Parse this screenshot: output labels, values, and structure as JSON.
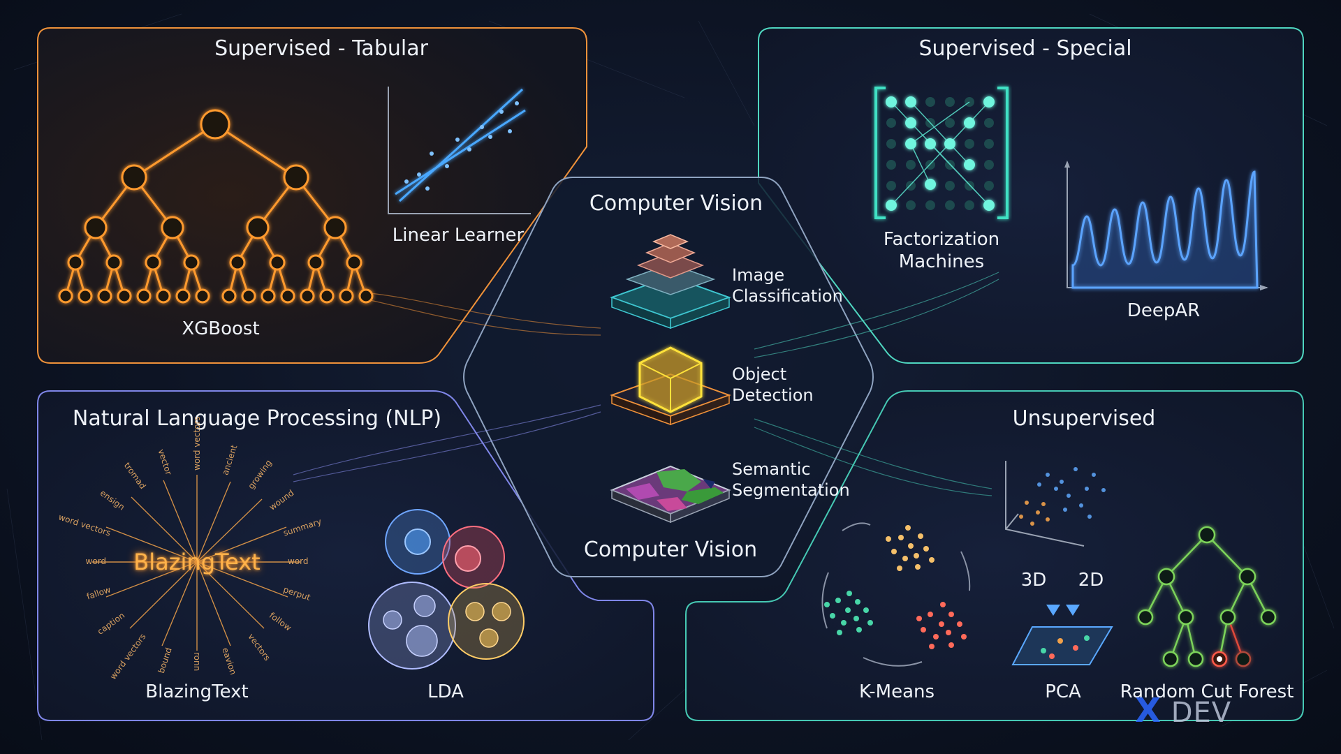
{
  "panels": {
    "tabular": {
      "title": "Supervised - Tabular",
      "xgboost": "XGBoost",
      "linear": "Linear Learner",
      "color": "#f0923a"
    },
    "special": {
      "title": "Supervised - Special",
      "fm_line1": "Factorization",
      "fm_line2": "Machines",
      "deepar": "DeepAR",
      "color": "#4fd6c0"
    },
    "cv": {
      "title_top": "Computer Vision",
      "title_bottom": "Computer Vision",
      "image_cls_line1": "Image",
      "image_cls_line2": "Classification",
      "object_det_line1": "Object",
      "object_det_line2": "Detection",
      "semantic_line1": "Semantic",
      "semantic_line2": "Segmentation",
      "color": "#8fa3c0"
    },
    "nlp": {
      "title": "Natural Language Processing (NLP)",
      "center_word": "BlazingText",
      "blazingtext": "BlazingText",
      "lda": "LDA",
      "color": "#7f86e8"
    },
    "unsupervised": {
      "title": "Unsupervised",
      "kmeans": "K-Means",
      "pca": "PCA",
      "pca_3d": "3D",
      "pca_2d": "2D",
      "rcf": "Random Cut Forest",
      "color": "#46c9b4"
    }
  },
  "word_cloud": [
    "word vectors",
    "ancient",
    "growing",
    "wound",
    "summary",
    "word",
    "perput",
    "follow",
    "vectors",
    "eavion",
    "ronn",
    "bound",
    "word vectors",
    "caption",
    "fallow",
    "word",
    "word vectors",
    "ensign",
    "tromad",
    "vector"
  ],
  "watermark": {
    "mark": "X",
    "text": "DEV"
  }
}
